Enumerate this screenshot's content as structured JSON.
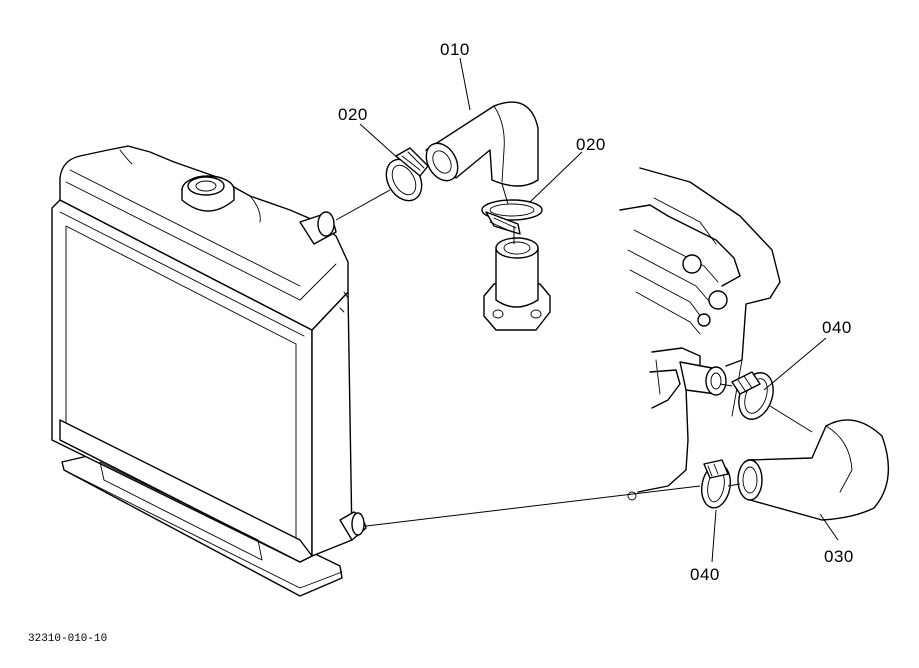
{
  "callouts": {
    "upper_hose": "010",
    "clamp_upper_left": "020",
    "clamp_upper_right": "020",
    "lower_hose": "030",
    "clamp_lower_right": "040",
    "clamp_lower_left": "040"
  },
  "drawing_number": "32310-010-10"
}
